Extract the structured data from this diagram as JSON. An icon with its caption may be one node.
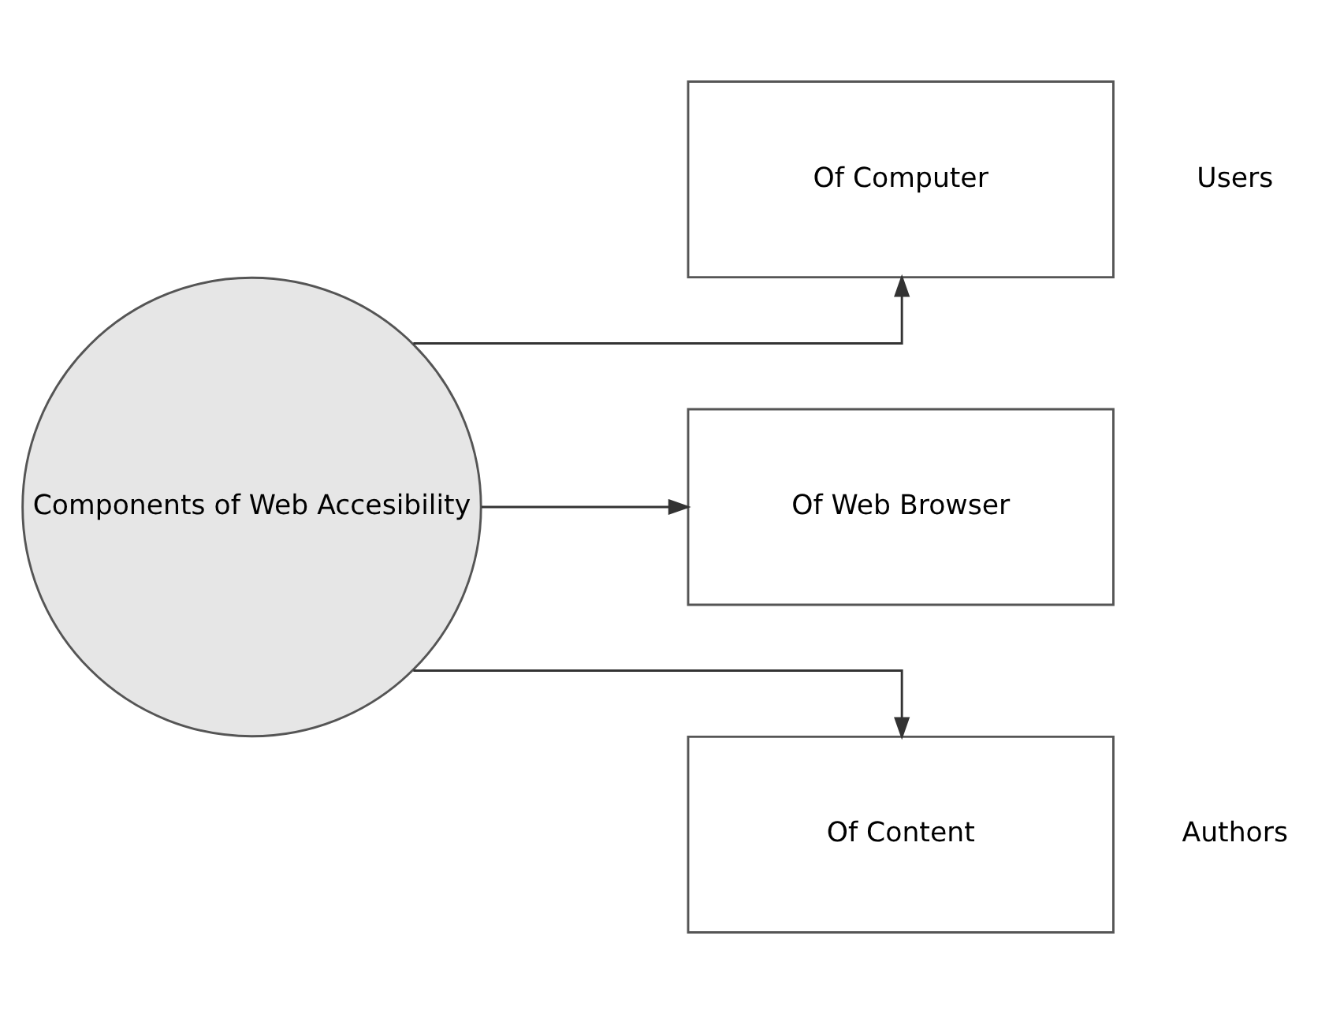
{
  "diagram": {
    "nodes": [
      {
        "text": [
          "Components of Web Accesibility"
        ]
      },
      {
        "text": [
          "Of Computer"
        ],
        "beside": [
          "Users"
        ]
      },
      {
        "text": [
          "Of Web Browser"
        ]
      },
      {
        "text": [
          "Of Content"
        ],
        "beside": [
          "Authors"
        ]
      }
    ],
    "edges": [
      {
        "from": 0,
        "to": 1,
        "arrow": "to"
      },
      {
        "from": 0,
        "to": 2,
        "arrow": "to"
      },
      {
        "from": 0,
        "to": 3,
        "arrow": "to"
      }
    ]
  }
}
